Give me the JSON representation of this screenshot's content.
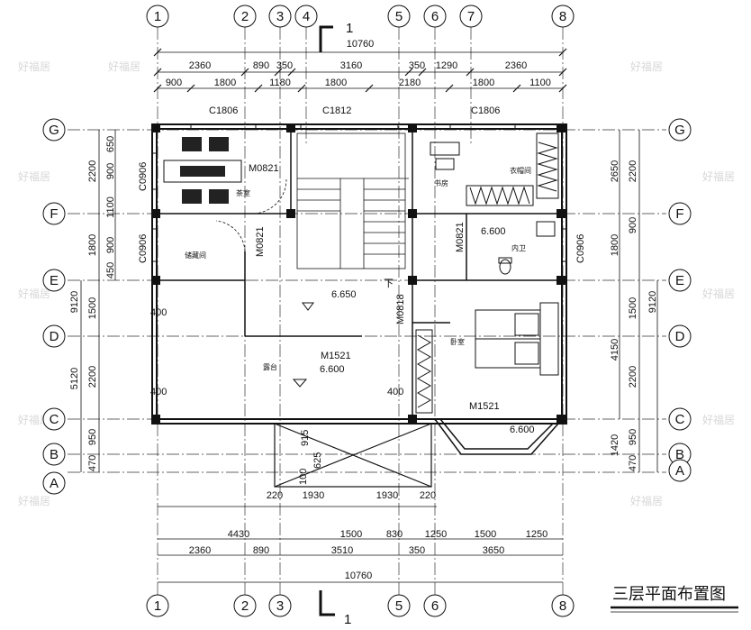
{
  "title": "三层平面布置图",
  "watermark": "好福居",
  "axes_top": [
    "1",
    "2",
    "3",
    "4",
    "5",
    "6",
    "7",
    "8"
  ],
  "axes_bottom": [
    "1",
    "2",
    "3",
    "5",
    "6",
    "8"
  ],
  "axes_left": [
    "G",
    "F",
    "E",
    "D",
    "C",
    "B",
    "A"
  ],
  "axes_right": [
    "G",
    "F",
    "E",
    "D",
    "C",
    "B",
    "A"
  ],
  "section_marks": [
    "1",
    "1"
  ],
  "dims": {
    "top_total": "10760",
    "top_row2": [
      "2360",
      "890",
      "350",
      "3160",
      "350",
      "1290",
      "2360"
    ],
    "top_row3": [
      "900",
      "1800",
      "1180",
      "1800",
      "2180",
      "1800",
      "1100"
    ],
    "bottom_total": "10760",
    "bottom_row1": [
      "2360",
      "890",
      "3510",
      "350",
      "3650"
    ],
    "bottom_row2": [
      "4430",
      "1500",
      "830",
      "1250",
      "1500",
      "1250"
    ],
    "bottom_row3": [
      "220",
      "1930",
      "1930",
      "220"
    ],
    "left_col1": [
      "650",
      "900",
      "1100",
      "900",
      "450"
    ],
    "left_col2": [
      "2200",
      "1800",
      "1500",
      "2200",
      "950",
      "470"
    ],
    "left_col3": [
      "9120",
      "5120"
    ],
    "right_col1": [
      "2650",
      "1800",
      "4150"
    ],
    "right_col2": [
      "2200",
      "900",
      "1500",
      "2200",
      "950",
      "1420",
      "470"
    ],
    "right_col3": [
      "9120"
    ]
  },
  "labels": {
    "windows_top": [
      "C1806",
      "C1812",
      "C1806"
    ],
    "window_left_1": "C0906",
    "window_left_2": "C0906",
    "window_right": "C0906",
    "door_tea": "M0821",
    "door_storage": "M0821",
    "door_bath": "M0821",
    "door_bed": "M0818",
    "door_m1521_a": "M1521",
    "door_m1521_b": "M1521",
    "elev_main": "6.650",
    "elev_terrace": "6.600",
    "elev_bath": "6.600",
    "elev_bay": "6.600",
    "down_mark": "下",
    "bay_915": "915",
    "bay_625": "625",
    "bay_100": "100",
    "offset_400": "400",
    "offset_400b": "400"
  },
  "rooms": {
    "tea": "茶室",
    "storage": "储藏间",
    "study": "书房",
    "closet": "衣帽间",
    "bath": "内卫",
    "bedroom": "卧室",
    "terrace": "露台"
  }
}
